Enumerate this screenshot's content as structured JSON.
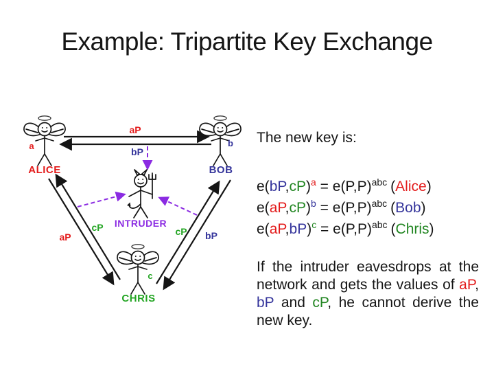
{
  "slide": {
    "title": "Example: Tripartite Key Exchange"
  },
  "colors": {
    "red": "#e31b1b",
    "blue": "#34349b",
    "green": "#208520",
    "dgreen": "#23a523",
    "purple": "#8b2be2",
    "ink": "#151515"
  },
  "diagram": {
    "actors": {
      "alice": {
        "label": "ALICE",
        "key": "a"
      },
      "bob": {
        "label": "BOB",
        "key": "b"
      },
      "chris": {
        "label": "CHRIS",
        "key": "c"
      },
      "intruder": {
        "label": "INTRUDER"
      }
    },
    "edges": {
      "top_right": "aP",
      "top_left": "bP",
      "left_down": "aP",
      "left_up": "cP",
      "right_up": "cP",
      "right_down": "bP"
    }
  },
  "panel": {
    "intro": "The new key is:",
    "equations": [
      {
        "prefix": "e(",
        "arg1": "bP",
        "comma": ",",
        "arg2": "cP",
        "close": ")",
        "sup": "a",
        "mid": " = e(P,P)",
        "sup2": "abc",
        "open_paren": "(",
        "name": "Alice",
        "close_paren": ")"
      },
      {
        "prefix": "e(",
        "arg1": "aP",
        "comma": ",",
        "arg2": "cP",
        "close": ")",
        "sup": "b",
        "mid": " = e(P,P)",
        "sup2": "abc",
        "open_paren": "(",
        "name": "Bob",
        "close_paren": ")"
      },
      {
        "prefix": "e(",
        "arg1": "aP",
        "comma": ",",
        "arg2": "bP",
        "close": ")",
        "sup": "c",
        "mid": " = e(P,P)",
        "sup2": "abc",
        "open_paren": "(",
        "name": "Chris",
        "close_paren": ")"
      }
    ],
    "paragraph": {
      "p1": "If the intruder eavesdrops at the network and gets the values of ",
      "t1": "aP",
      "p2": ", ",
      "t2": "bP",
      "p3": " and ",
      "t3": "cP",
      "p4": ", he cannot derive the new key."
    }
  }
}
